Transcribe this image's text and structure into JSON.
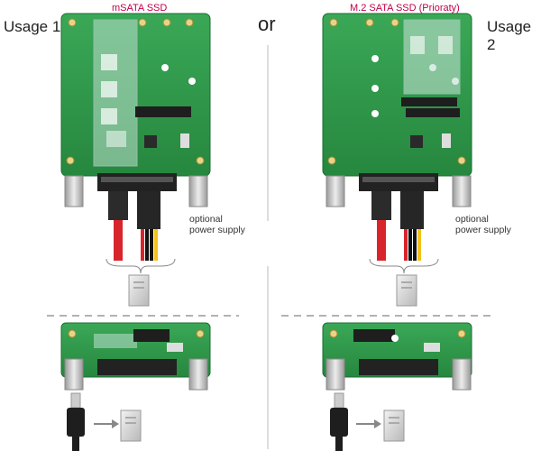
{
  "labels": {
    "usage1": "Usage 1",
    "usage2": "Usage 2",
    "or": "or",
    "msata_title": "mSATA SSD",
    "m2_title": "M.2 SATA SSD (Prioraty)",
    "optional_left": [
      "optional",
      "power supply"
    ],
    "optional_right": [
      "optional",
      "power supply"
    ]
  },
  "colors": {
    "pcb": "#2e9b4a",
    "pcb_dark": "#1f7a38",
    "title_red": "#c0004a",
    "connector": "#2a2a2a",
    "metal": "#c8c8c8",
    "cable_red": "#d8252b",
    "cable_yellow": "#f2c21b",
    "drive": "#d9d9d9"
  }
}
